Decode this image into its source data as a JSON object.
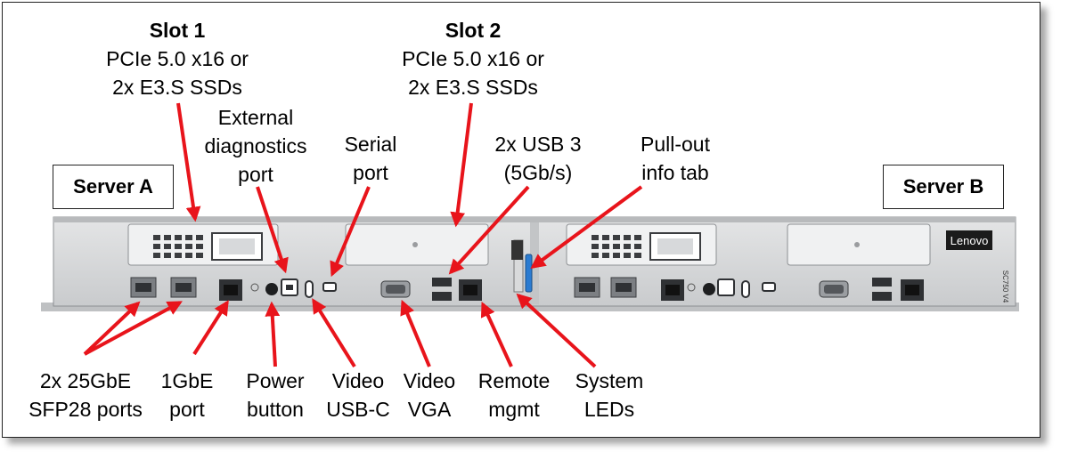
{
  "labels": {
    "slot1": {
      "title": "Slot 1",
      "line1": "PCIe 5.0 x16 or",
      "line2": "2x E3.S SSDs"
    },
    "slot2": {
      "title": "Slot 2",
      "line1": "PCIe 5.0 x16 or",
      "line2": "2x E3.S SSDs"
    },
    "ext_diag": {
      "line1": "External",
      "line2": "diagnostics",
      "line3": "port"
    },
    "serial": {
      "line1": "Serial",
      "line2": "port"
    },
    "usb3": {
      "line1": "2x USB 3",
      "line2": "(5Gb/s)"
    },
    "info_tab": {
      "line1": "Pull-out",
      "line2": "info tab"
    },
    "sfp28": {
      "line1": "2x 25GbE",
      "line2": "SFP28 ports"
    },
    "gbe": {
      "line1": "1GbE",
      "line2": "port"
    },
    "power": {
      "line1": "Power",
      "line2": "button"
    },
    "usbc": {
      "line1": "Video",
      "line2": "USB-C"
    },
    "vga": {
      "line1": "Video",
      "line2": "VGA"
    },
    "mgmt": {
      "line1": "Remote",
      "line2": "mgmt"
    },
    "leds": {
      "line1": "System",
      "line2": "LEDs"
    }
  },
  "servers": {
    "a": "Server A",
    "b": "Server B"
  },
  "chassis": {
    "brand": "Lenovo",
    "model": "SC750 V4"
  },
  "colors": {
    "arrow": "#e8141b",
    "chassis": "#d4d6d8",
    "tray": "#e9eaeb"
  }
}
